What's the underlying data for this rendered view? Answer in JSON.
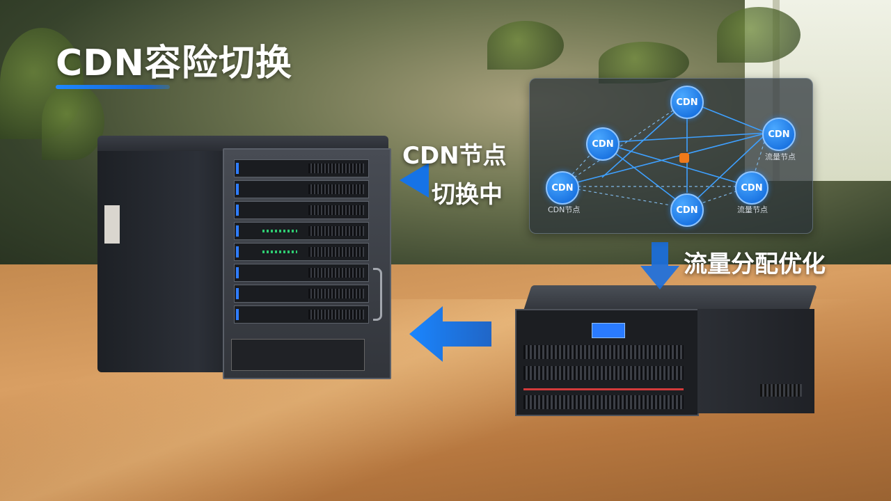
{
  "title": "CDN容险切换",
  "labels": {
    "node_switch_line1": "CDN节点",
    "node_switch_line2": "切换中",
    "traffic": "流量分配优化"
  },
  "network": {
    "node_label": "CDN",
    "captions": {
      "left": "CDN节点",
      "right_top": "流量节点",
      "right_bottom": "流量节点"
    }
  },
  "colors": {
    "accent": "#1e88ff",
    "node": "#0a62d8",
    "hub": "#f07a1a"
  }
}
